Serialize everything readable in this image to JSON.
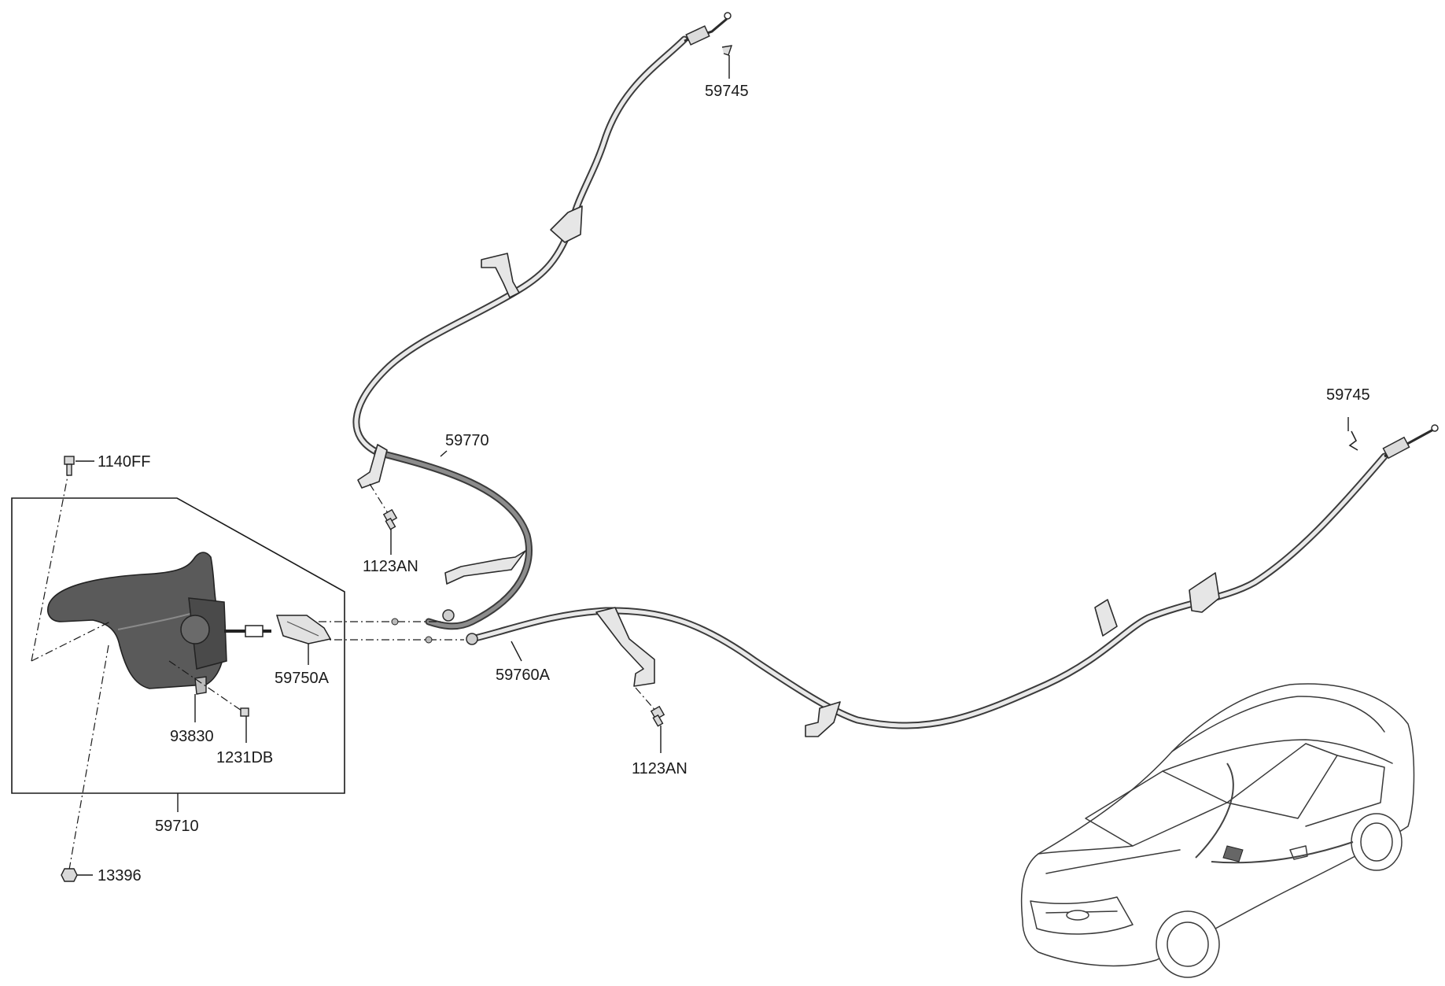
{
  "diagram": {
    "parts": [
      {
        "key": "p59745_top",
        "label": "59745"
      },
      {
        "key": "p59745_right",
        "label": "59745"
      },
      {
        "key": "p59770",
        "label": "59770"
      },
      {
        "key": "p1140FF",
        "label": "1140FF"
      },
      {
        "key": "p1123AN_left",
        "label": "1123AN"
      },
      {
        "key": "p59750A",
        "label": "59750A"
      },
      {
        "key": "p59760A",
        "label": "59760A"
      },
      {
        "key": "p93830",
        "label": "93830"
      },
      {
        "key": "p1231DB",
        "label": "1231DB"
      },
      {
        "key": "p1123AN_right",
        "label": "1123AN"
      },
      {
        "key": "p59710",
        "label": "59710"
      },
      {
        "key": "p13396",
        "label": "13396"
      }
    ]
  },
  "colors": {
    "line": "#2b2b2b",
    "cable_fill": "#e9e9e9",
    "lever_fill": "#5a5a5a",
    "background": "#ffffff"
  }
}
